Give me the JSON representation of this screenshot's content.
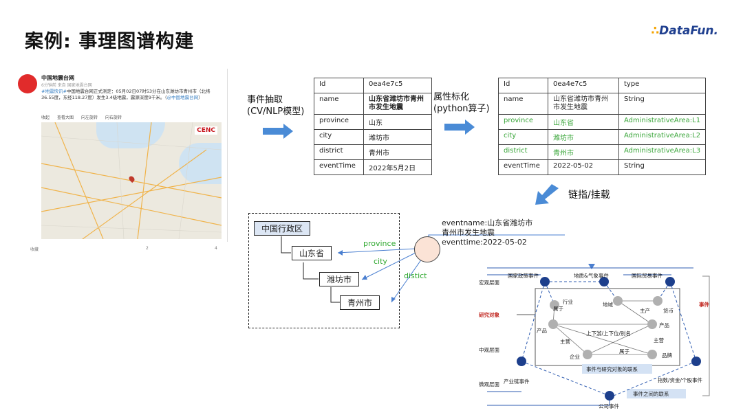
{
  "title": "案例: 事理图谱构建",
  "logo": {
    "mark": "∴",
    "text": "DataFun."
  },
  "post": {
    "author": "中国地震台网",
    "meta": "6分钟前 来自 国家地震台网",
    "text_tag": "#地震快讯#",
    "text": "中国地震台网正式测定：05月02日07时53分在山东潍坊市青州市（北纬36.55度，东经118.27度）发生3.4级地震，震源深度9千米。（",
    "text_link": "@中国地震台网",
    "text_end": "）",
    "tools": [
      "收起",
      "查看大图",
      "向左旋转",
      "向右旋转"
    ],
    "map_badge": "CENC",
    "foot": [
      "收藏",
      "2",
      "4"
    ]
  },
  "step1": {
    "line1": "事件抽取",
    "line2": "(CV/NLP模型)"
  },
  "step2": {
    "line1": "属性标化",
    "line2": "(python算子)"
  },
  "step3": {
    "label": "链指/挂载"
  },
  "table1": {
    "rows": [
      {
        "k": "Id",
        "v": "0ea4e7c5"
      },
      {
        "k": "name",
        "v": "山东省潍坊市青州市发生地震"
      },
      {
        "k": "province",
        "v": "山东"
      },
      {
        "k": "city",
        "v": "潍坊市"
      },
      {
        "k": "district",
        "v": "青州市"
      },
      {
        "k": "eventTime",
        "v": "2022年5月2日"
      }
    ]
  },
  "table2": {
    "rows": [
      {
        "k": "Id",
        "v": "0ea4e7c5",
        "t": "type"
      },
      {
        "k": "name",
        "v": "山东省潍坊市青州市发生地震",
        "t": "String"
      },
      {
        "k": "province",
        "v": "山东省",
        "t": "AdministrativeArea:L1"
      },
      {
        "k": "city",
        "v": "潍坊市",
        "t": "AdministrativeArea:L2"
      },
      {
        "k": "district",
        "v": "青州市",
        "t": "AdministrativeArea:L3"
      },
      {
        "k": "eventTime",
        "v": "2022-05-02",
        "t": "String"
      }
    ]
  },
  "hierarchy": {
    "root": "中国行政区",
    "l1": "山东省",
    "l2": "潍坊市",
    "l3": "青州市",
    "edges": [
      "province",
      "city",
      "distict"
    ]
  },
  "event": {
    "line1": "eventname:山东省潍坊市",
    "line2": "青州市发生地震",
    "line3": "eventtime:2022-05-02"
  },
  "kg": {
    "macro": "宏观层面",
    "meso": "中观层面",
    "micro": "微观层面",
    "research": "研究对象",
    "event": "事件",
    "policy": "国家政策事件",
    "geo": "地质&气象事件",
    "trade": "国际贸易事件",
    "industry": "行业",
    "region": "地域",
    "currency": "货币",
    "belong1": "属于",
    "product": "产品",
    "produce": "主产",
    "product2": "产品",
    "updown": "上下游/上下位/别名",
    "main1": "主营",
    "main2": "主营",
    "belong2": "属于",
    "company": "企业",
    "brand": "品牌",
    "link1": "事件与研究对象的联系",
    "chain": "产业链事件",
    "index": "指数/资金/个股事件",
    "link2": "事件之间的联系",
    "corp": "公司事件"
  }
}
